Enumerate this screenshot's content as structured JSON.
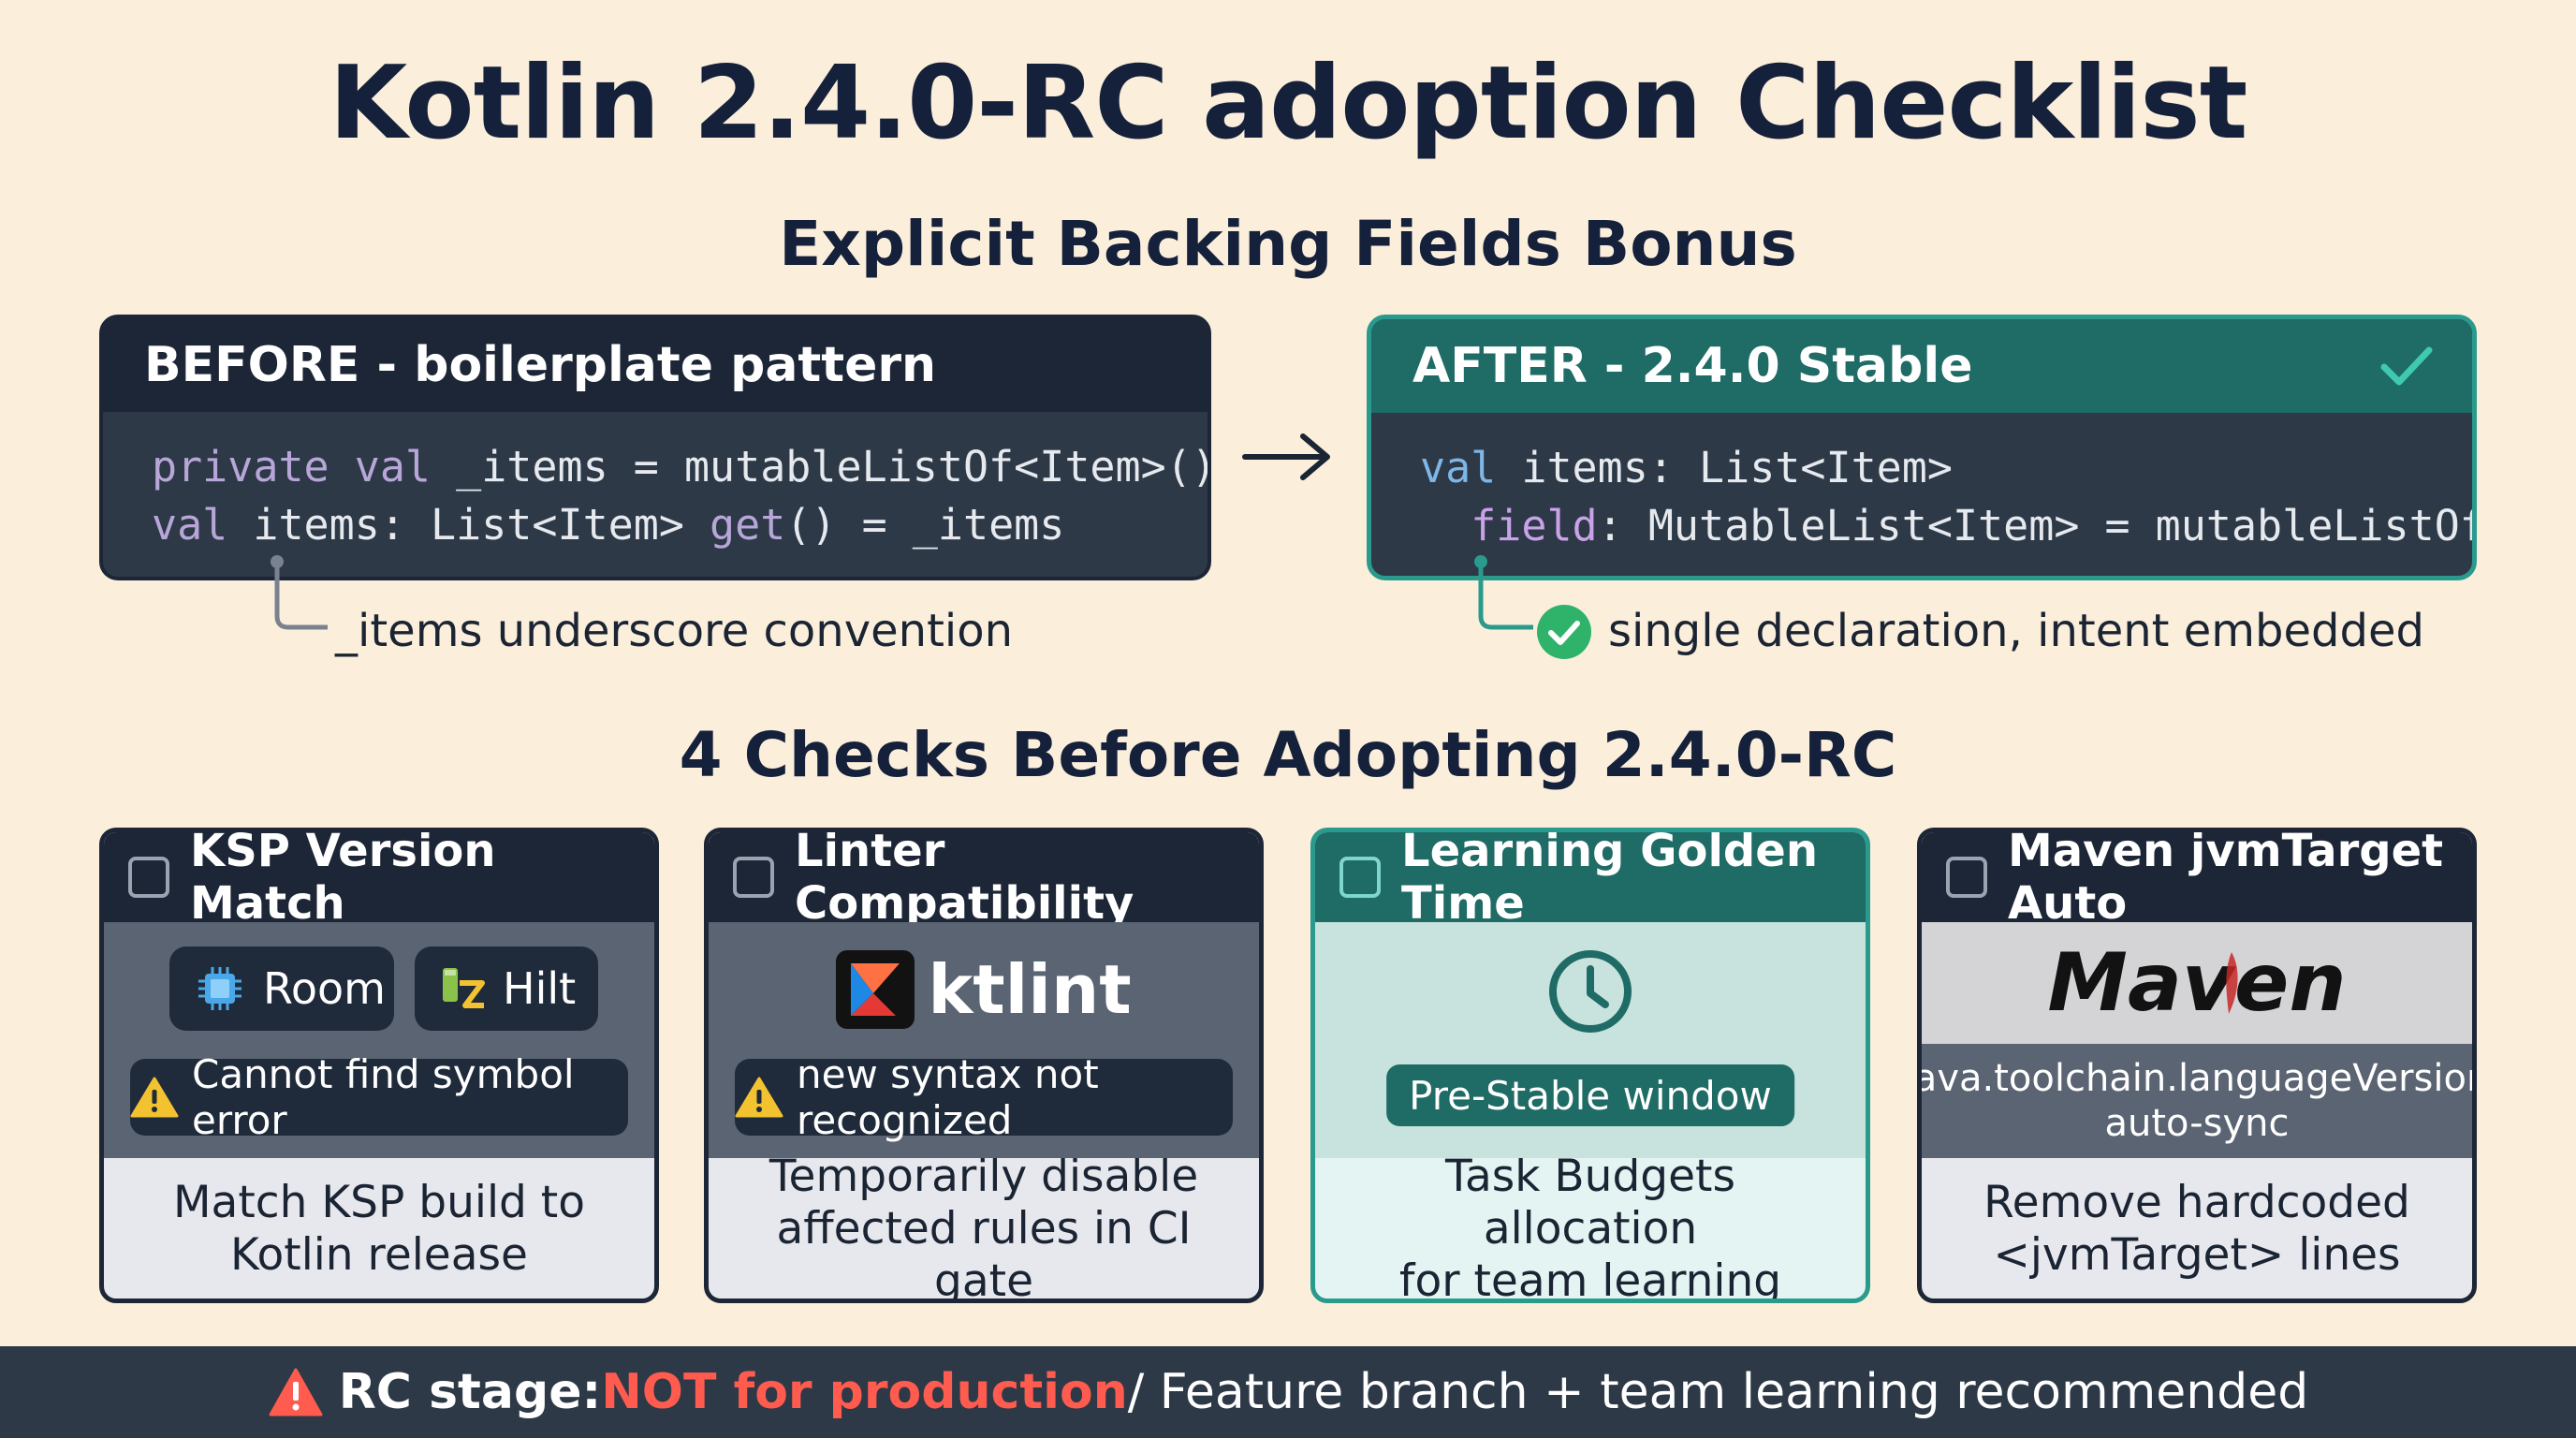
{
  "title": "Kotlin 2.4.0-RC adoption Checklist",
  "section1_title": "Explicit Backing Fields Bonus",
  "before": {
    "header": "BEFORE - boilerplate pattern",
    "line1_kw": "private val",
    "line1_rest": " _items = mutableListOf<Item>()",
    "line2_kw": "val",
    "line2_mid": " items: List<Item> ",
    "line2_get": "get",
    "line2_rest": "() = _items",
    "note": "_items underscore convention"
  },
  "after": {
    "header": "AFTER - 2.4.0 Stable",
    "line1_kw": "val",
    "line1_rest": " items: List<Item>",
    "line2_kw": "field",
    "line2_rest": ": MutableList<Item> = mutableListOf()",
    "note": "single declaration, intent embedded"
  },
  "section2_title": "4 Checks Before Adopting 2.4.0-RC",
  "cards": [
    {
      "title": "KSP Version Match",
      "chips": [
        "Room",
        "Hilt"
      ],
      "warning": "Cannot find symbol error",
      "footer_line1": "Match KSP build to",
      "footer_line2": "Kotlin release"
    },
    {
      "title": "Linter Compatibility",
      "logo": "ktlint",
      "warning": "new syntax not recognized",
      "footer_line1": "Temporarily disable",
      "footer_line2": "affected rules in CI gate"
    },
    {
      "title": "Learning Golden Time",
      "pill": "Pre-Stable window",
      "footer_line1": "Task Budgets allocation",
      "footer_line2": "for team learning"
    },
    {
      "title": "Maven jvmTarget Auto",
      "logo": "Maven",
      "detail_line1": "java.toolchain.languageVersion",
      "detail_line2": "auto-sync",
      "footer_line1": "Remove hardcoded",
      "footer_line2": "<jvmTarget> lines"
    }
  ],
  "footer": {
    "lead": "RC stage: ",
    "alert": "NOT for production",
    "rest": " / Feature branch + team learning recommended"
  },
  "colors": {
    "background": "#fbefdc",
    "navy": "#1c2636",
    "teal": "#1f6b66",
    "teal_border": "#2a9a8d",
    "warning_yellow": "#f2c230",
    "alert_red": "#ff5b4f",
    "check_green": "#2fb36a"
  },
  "icons": [
    "arrow-right-icon",
    "checkmark-icon",
    "check-circle-icon",
    "warning-icon",
    "chip-icon",
    "hilt-icon",
    "ktlint-logo-icon",
    "clock-icon",
    "maven-feather-icon",
    "checkbox-icon"
  ]
}
